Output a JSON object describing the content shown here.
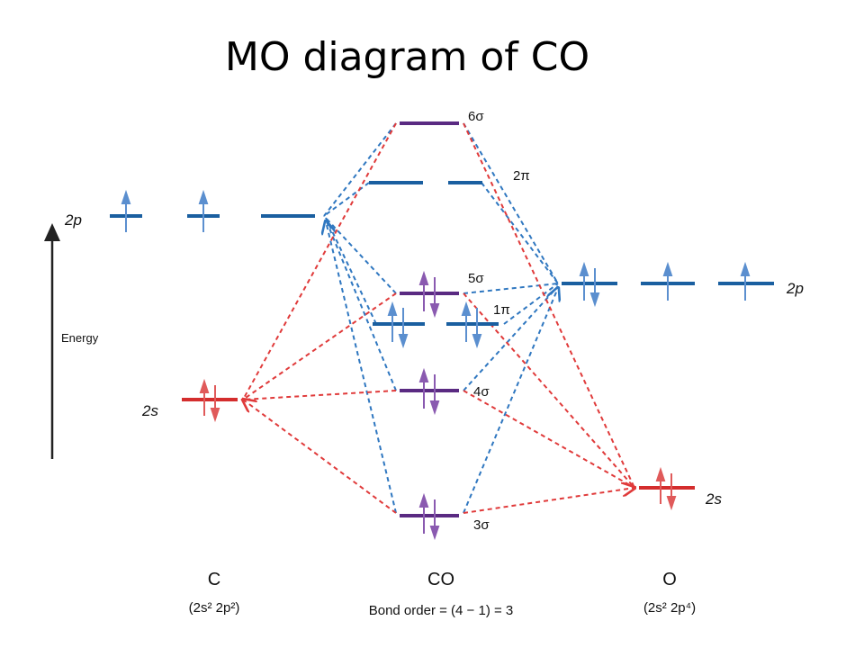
{
  "slide": {
    "title": "MO diagram of CO"
  },
  "axis": {
    "label": "Energy"
  },
  "atoms": {
    "carbon": {
      "symbol": "C",
      "config": "(2s² 2p²)",
      "orbital_2p": "2p",
      "orbital_2s": "2s"
    },
    "oxygen": {
      "symbol": "O",
      "config": "(2s² 2p⁴)",
      "orbital_2p": "2p",
      "orbital_2s": "2s"
    }
  },
  "molecule": {
    "symbol": "CO",
    "bond_order": "Bond order = (4 − 1) = 3"
  },
  "mo_labels": {
    "six_sigma": "6σ",
    "two_pi": "2π",
    "five_sigma": "5σ",
    "one_pi": "1π",
    "four_sigma": "4σ",
    "three_sigma": "3σ"
  },
  "colors": {
    "carbon_2p": "#1a5fa0",
    "carbon_2s": "#d42d2d",
    "oxygen_2p": "#1a5fa0",
    "oxygen_2s": "#d42d2d",
    "sigma_mo": "#5a2a82",
    "pi_mo": "#1a5fa0",
    "correlation_red": "#e03a3a",
    "correlation_blue": "#2f77c0"
  }
}
